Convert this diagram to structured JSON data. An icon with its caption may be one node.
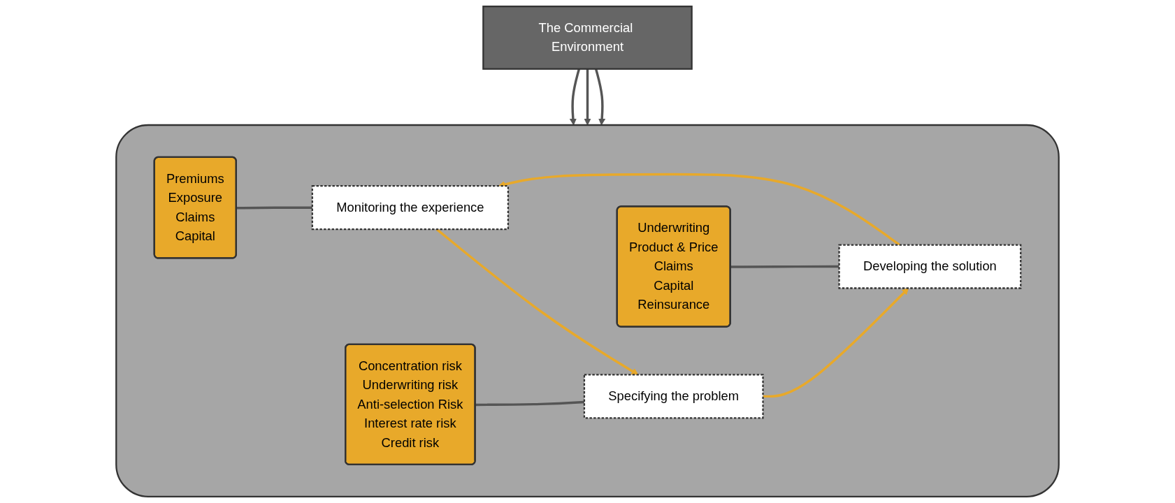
{
  "diagram": {
    "nodes": [
      {
        "text": [
          "The Commercial Environment"
        ]
      },
      {
        "text": [],
        "shape": "box"
      },
      {
        "text": [
          "Premiums",
          "Exposure",
          "Claims",
          "Capital"
        ],
        "in": 1
      },
      {
        "text": [
          "Monitoring the experience"
        ],
        "in": 1
      },
      {
        "text": [
          "Specifying the problem"
        ],
        "in": 1
      },
      {
        "text": [
          "Concentration risk",
          "Underwriting risk",
          "Anti-selection Risk",
          "Interest rate risk",
          "Credit risk"
        ],
        "in": 1
      },
      {
        "text": [
          "Developing the solution"
        ],
        "in": 1
      },
      {
        "text": [
          "Underwriting",
          "Product & Price",
          "Claims",
          "Capital",
          "Reinsurance"
        ],
        "in": 1
      }
    ],
    "edges": [
      {
        "from": 0,
        "to": 1,
        "arrow": "to"
      },
      {
        "from": 0,
        "to": 1,
        "arrow": "to"
      },
      {
        "from": 0,
        "to": 1,
        "arrow": "to"
      },
      {
        "from": 3,
        "to": 4,
        "arrow": "to",
        "color": "#e8a92a"
      },
      {
        "from": 4,
        "to": 6,
        "arrow": "to",
        "color": "#e8a92a"
      },
      {
        "from": 6,
        "to": 3,
        "arrow": "to",
        "color": "#e8a92a"
      },
      {
        "from": 2,
        "to": 3,
        "arrow": "none"
      },
      {
        "from": 5,
        "to": 4,
        "arrow": "none"
      },
      {
        "from": 7,
        "to": 6,
        "arrow": "none"
      }
    ]
  }
}
